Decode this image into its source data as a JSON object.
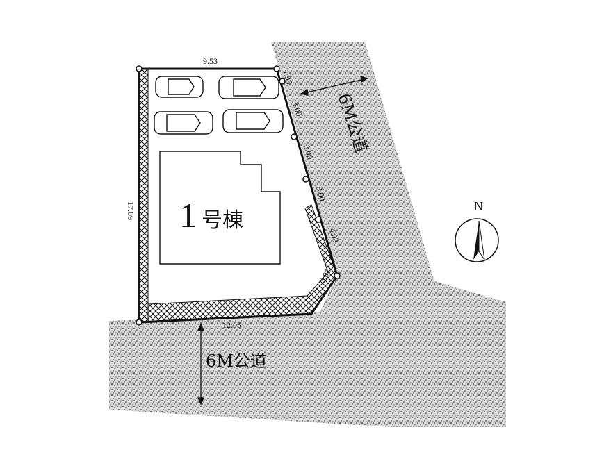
{
  "site_plan": {
    "unit_label": {
      "number": "1",
      "text": "号棟"
    },
    "roads": {
      "east_road_label": "6M公道",
      "south_road_label": "6M公道"
    },
    "dimensions": {
      "top": "9.53",
      "left": "17.09",
      "bottom": "12.05",
      "east_segment_1": "1.95",
      "east_segment_2": "3.00",
      "east_segment_3": "3.00",
      "east_segment_4": "3.00",
      "east_segment_5": "4.03",
      "corner_cut": "3.01"
    },
    "compass": {
      "label": "N"
    },
    "parking_spaces": 4,
    "colors": {
      "line": "#111111",
      "road_fill": "#8a8a8a",
      "background": "#ffffff"
    }
  }
}
